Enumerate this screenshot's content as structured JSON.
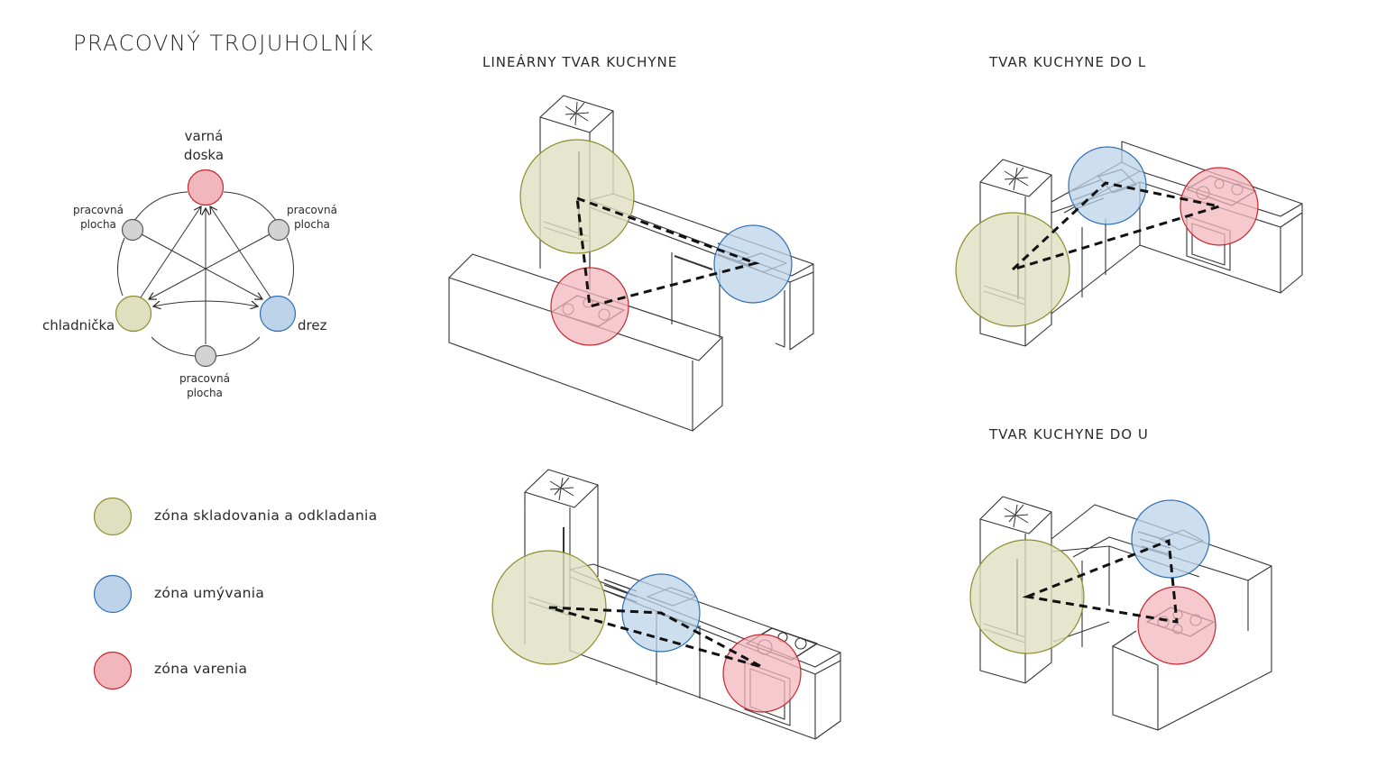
{
  "title": "PRACOVNÝ TROJUHOLNÍK",
  "triangle": {
    "top_label_line1": "varná",
    "top_label_line2": "doska",
    "left_label": "chladnička",
    "right_label": "drez",
    "surface_line1": "pracovná",
    "surface_line2": "plocha"
  },
  "sections": {
    "linear": "LINEÁRNY TVAR KUCHYNE",
    "l_shape": "TVAR KUCHYNE DO L",
    "u_shape": "TVAR KUCHYNE DO U"
  },
  "legend": [
    {
      "label": "zóna skladovania a odkladania",
      "color": "#dfe0c0",
      "stroke": "#8c8c2c"
    },
    {
      "label": "zóna umývania",
      "color": "#bcd3ea",
      "stroke": "#2e6fb4"
    },
    {
      "label": "zóna varenia",
      "color": "#f1b7bc",
      "stroke": "#c8252e"
    }
  ],
  "colors": {
    "storage_fill": "#dfe0c0",
    "storage_stroke": "#8c8c2c",
    "washing_fill": "#bcd3ea",
    "washing_stroke": "#2e6fb4",
    "cooking_fill": "#f1b7bc",
    "cooking_stroke": "#c8252e",
    "surface_fill": "#d3d3d3",
    "surface_stroke": "#555555"
  }
}
